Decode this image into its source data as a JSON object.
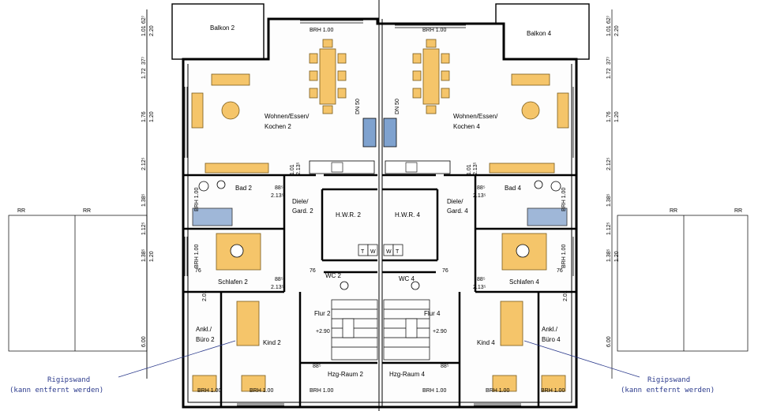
{
  "rooms": {
    "balkon_2": "Balkon 2",
    "balkon_4": "Balkon 4",
    "wohnen_2": [
      "Wohnen/Essen/",
      "Kochen 2"
    ],
    "wohnen_4": [
      "Wohnen/Essen/",
      "Kochen 4"
    ],
    "bad_2": "Bad 2",
    "bad_4": "Bad 4",
    "diele_2": [
      "Diele/",
      "Gard. 2"
    ],
    "diele_4": [
      "Diele/",
      "Gard. 4"
    ],
    "hwr_2": "H.W.R. 2",
    "hwr_4": "H.W.R. 4",
    "schlafen_2": "Schlafen 2",
    "schlafen_4": "Schlafen 4",
    "wc_2": "WC 2",
    "wc_4": "WC 4",
    "flur_2": "Flur 2",
    "flur_4": "Flur 4",
    "kind_2": "Kind 2",
    "kind_4": "Kind 4",
    "ankl_2": [
      "Ankl./",
      "Büro 2"
    ],
    "ankl_4": [
      "Ankl./",
      "Büro 4"
    ],
    "hzg_2": "Hzg-Raum 2",
    "hzg_4": "Hzg-Raum 4"
  },
  "annotations": {
    "brh": "BRH 1.00",
    "level": "+2.90",
    "dn": "DN 50",
    "door_w": "88⁵",
    "door_h": "2.13⁵",
    "door_w2": "76",
    "door_h2": "2.01",
    "door_w3": "1.01",
    "tw_t": "T",
    "tw_w": "W",
    "rr": "RR"
  },
  "dimensions_left": [
    "62⁷",
    "1.01",
    "2.20",
    "1.72",
    "37⁷",
    "1.76",
    "1.20",
    "2.12⁵",
    "1.38⁵",
    "1.12⁵",
    "1.38⁵",
    "1.20",
    "6.00"
  ],
  "dimensions_right": [
    "62⁷",
    "1.01",
    "2.20",
    "1.72",
    "37⁷",
    "1.76",
    "1.20",
    "2.12⁵",
    "1.38⁵",
    "1.12⁵",
    "1.38⁵",
    "1.20",
    "6.00"
  ],
  "notes": {
    "rigips_left_1": "Rigipswand",
    "rigips_left_2": "(kann entfernt werden)",
    "rigips_right_1": "Rigipswand",
    "rigips_right_2": "(kann entfernt werden)"
  }
}
